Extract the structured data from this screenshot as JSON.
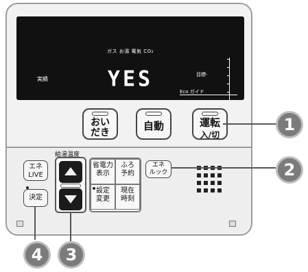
{
  "display": {
    "status_line": "ガス お湯 電気 CO₂",
    "left_label": "実績",
    "main_text": "YES",
    "target_label": "目標-",
    "eco_label": "Eco ガイド"
  },
  "main_buttons": {
    "oidaki": "おい\nだき",
    "auto": "自動",
    "run_top": "運転",
    "run_bottom": "入/切"
  },
  "left_buttons": {
    "ene_live": "エネ\nLIVE",
    "kettei": "決定"
  },
  "temperature": {
    "label": "給湯温度"
  },
  "function_grid": {
    "power_save": "省電力\n表示",
    "bath_timer": "ふろ\n予約",
    "setting_change": "設定\n変更",
    "current_time": "現在\n時刻"
  },
  "ene_look": "エネ\nルック",
  "callouts": [
    "1",
    "2",
    "3",
    "4"
  ],
  "colors": {
    "lcd_background": "#111111",
    "panel": "#f2f2f2",
    "callout": "#7b7b7b"
  }
}
